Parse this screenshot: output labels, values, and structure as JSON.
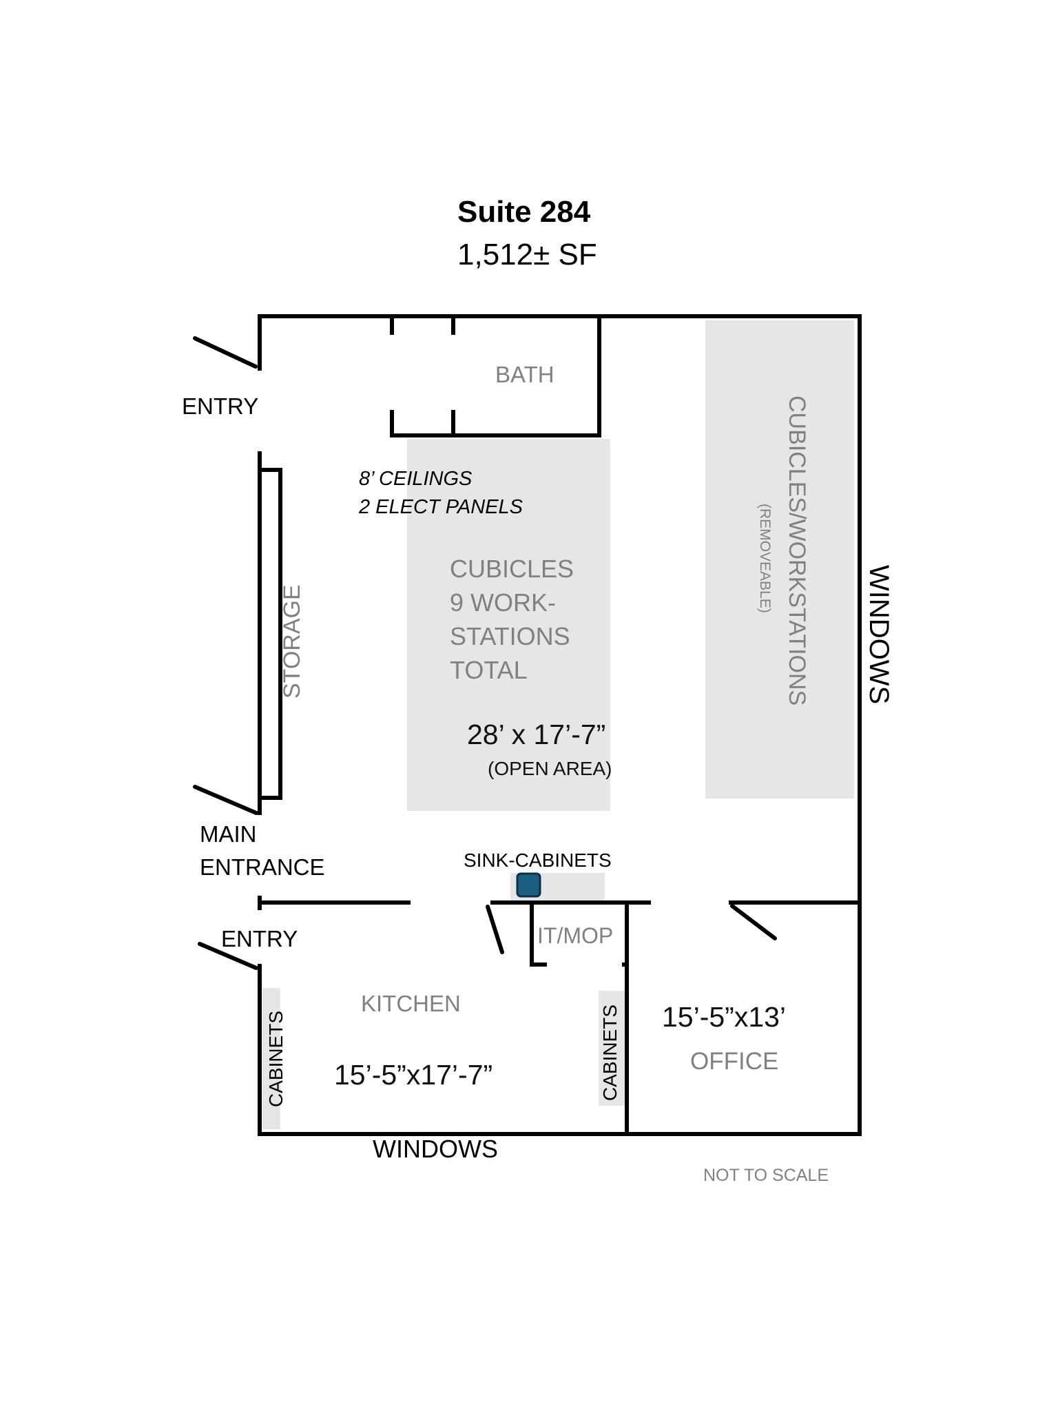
{
  "header": {
    "title": "Suite 284",
    "area": "1,512± SF"
  },
  "labels": {
    "entry_top": "ENTRY",
    "bath": "BATH",
    "ceilings_note": "8’ CEILINGS",
    "panels_note": "2 ELECT PANELS",
    "cubicles_center": [
      "CUBICLES",
      "9 WORK-",
      "STATIONS",
      "TOTAL"
    ],
    "open_area_dims": "28’ x 17’-7”",
    "open_area_name": "(OPEN AREA)",
    "storage": "STORAGE",
    "cubicles_right": "CUBICLES/WORKSTATIONS",
    "cubicles_right_note": "(REMOVEABLE)",
    "windows_right": "WINDOWS",
    "main_entrance": [
      "MAIN",
      "ENTRANCE"
    ],
    "sink_cabinets": "SINK-CABINETS",
    "it_mop": "IT/MOP",
    "entry_bottom": "ENTRY",
    "kitchen": "KITCHEN",
    "kitchen_dims": "15’-5”x17’-7”",
    "cabinets_left": "CABINETS",
    "cabinets_right": "CABINETS",
    "office_dims": "15’-5”x13’",
    "office": "OFFICE",
    "windows_bottom": "WINDOWS",
    "scale_note": "NOT TO SCALE"
  },
  "colors": {
    "walls": "#000000",
    "zone_fill": "#e6e6e6",
    "label_gray": "#808080",
    "sink_marker": "#1b5e82"
  }
}
